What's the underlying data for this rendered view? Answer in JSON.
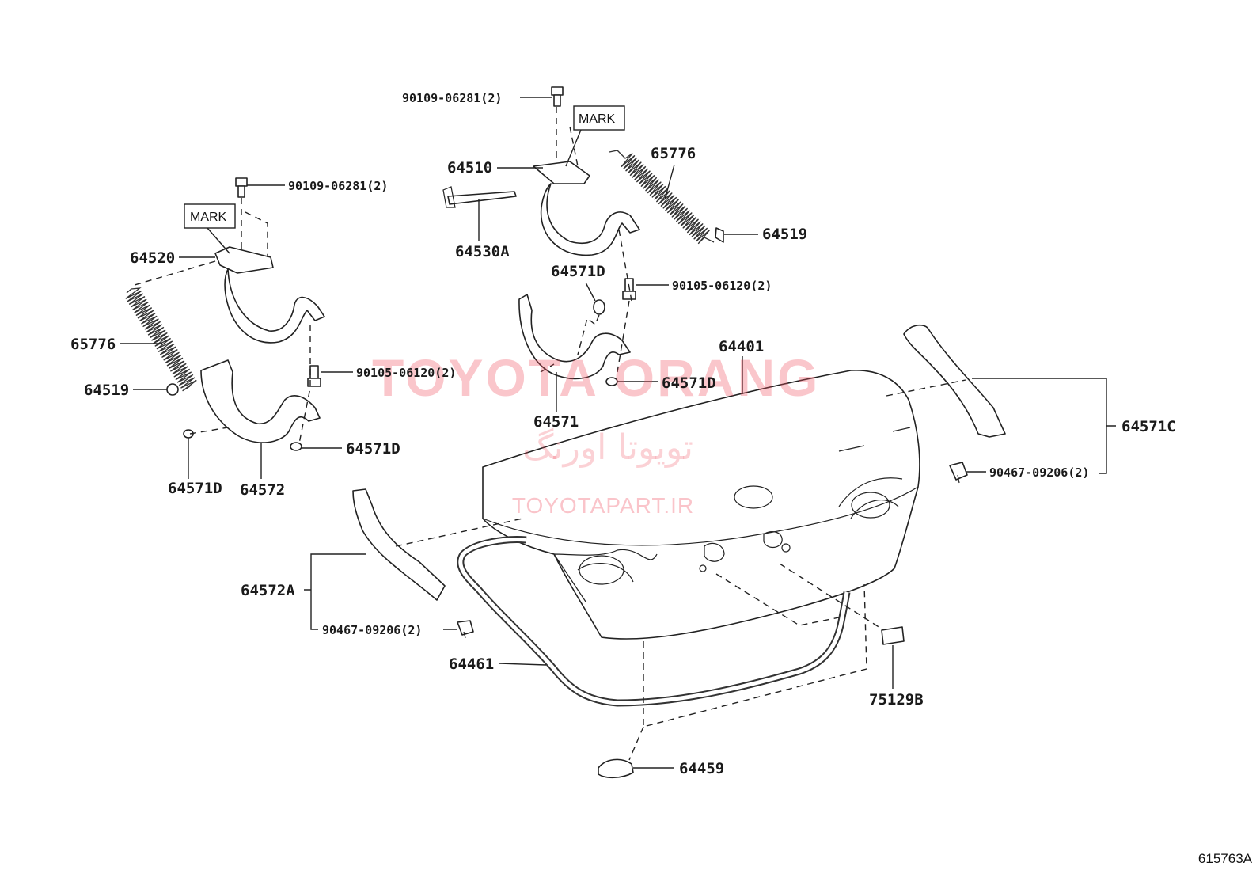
{
  "callouts": {
    "bolt_top_center": "90109-06281(2)",
    "mark_center": "MARK",
    "hinge_right": "64510",
    "spring_right": "65776",
    "rod": "64530A",
    "bush_right_spring": "64519",
    "grommet_upper_center": "64571D",
    "bolt_mid_center": "90105-06120(2)",
    "bolt_top_left": "90109-06281(2)",
    "mark_left": "MARK",
    "hinge_left": "64520",
    "spring_left": "65776",
    "bush_left_spring": "64519",
    "bolt_mid_left": "90105-06120(2)",
    "grommet_lower_center": "64571D",
    "grommet_left_right": "64571D",
    "grommet_left_bottom": "64571D",
    "cover_left": "64572",
    "cover_center": "64571",
    "lid": "64401",
    "cover_right": "64571C",
    "clip_right": "90467-09206(2)",
    "cover_lower_left": "64572A",
    "clip_left": "90467-09206(2)",
    "weatherstrip": "64461",
    "cushion": "75129B",
    "bumper": "64459"
  },
  "watermark": {
    "brand": "TOYOTA ORANG",
    "brand_fa": "تویوتا اورنگ",
    "url": "TOYOTAPART.IR"
  },
  "figure_ref": "615763A",
  "icons": [
    "bolt-icon",
    "hinge-icon",
    "spring-icon",
    "grommet-icon",
    "clip-icon",
    "cushion-icon"
  ]
}
